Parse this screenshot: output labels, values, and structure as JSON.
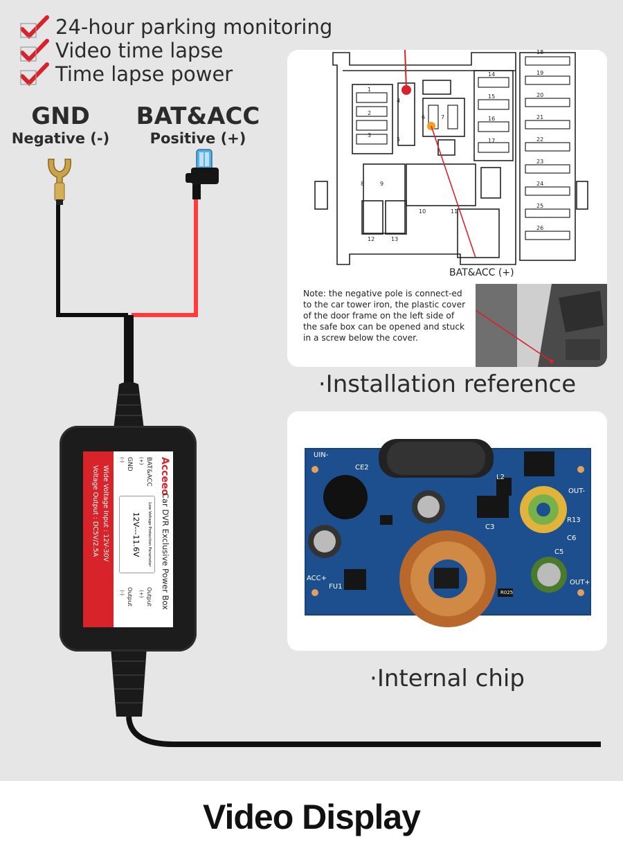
{
  "features": [
    "24-hour parking monitoring",
    "Video time lapse",
    "Time lapse power"
  ],
  "terminals": {
    "gnd": {
      "title": "GND",
      "subtitle": "Negative (-)"
    },
    "bat": {
      "title": "BAT&ACC",
      "subtitle": "Positive (+)"
    }
  },
  "fuse_box": {
    "numbers": [
      "1",
      "2",
      "3",
      "4",
      "5",
      "6",
      "7",
      "8",
      "9",
      "10",
      "11",
      "12",
      "13",
      "14",
      "15",
      "16",
      "17",
      "18",
      "19",
      "20",
      "21",
      "22",
      "23",
      "24",
      "25",
      "26"
    ],
    "label": "BAT&ACC (+)"
  },
  "note": "Note: the negative pole is connect-ed to the car tower iron, the plastic cover of the door frame on the left side of the safe box can be opened and stuck in a screw below the cover.",
  "captions": {
    "installation": "·Installation reference",
    "chip": "·Internal chip"
  },
  "power_box": {
    "brand": "Acceeo",
    "product": "Car DVR Exclusive Power Box",
    "bat_label": "BAT&ACC",
    "bat_sub": "(+)",
    "gnd_label": "GND",
    "gnd_sub": "(-)",
    "protection": "Low Voltage Protection Parameter",
    "range": "12V---11.6V",
    "output_pos": "Output",
    "output_pos_sub": "(+)",
    "output_neg": "Output",
    "output_neg_sub": "(-)",
    "input_spec": "Wide Voltage Input : 12V-30V",
    "output_spec": "Voltage Output : DC5V/2.5A"
  },
  "chip_labels": {
    "uin": "UIN-",
    "ce2": "CE2",
    "l2": "L2",
    "out_neg": "OUT-",
    "c3": "C3",
    "r13": "R13",
    "c6": "C6",
    "c5": "C5",
    "acc": "ACC+",
    "fu1": "FU1",
    "r025": "R025",
    "out_pos": "OUT+"
  },
  "footer": "Video Display",
  "colors": {
    "accent_red": "#d8232a",
    "wire_red": "#ff3b3b",
    "pcb_blue": "#1d4f8f"
  }
}
